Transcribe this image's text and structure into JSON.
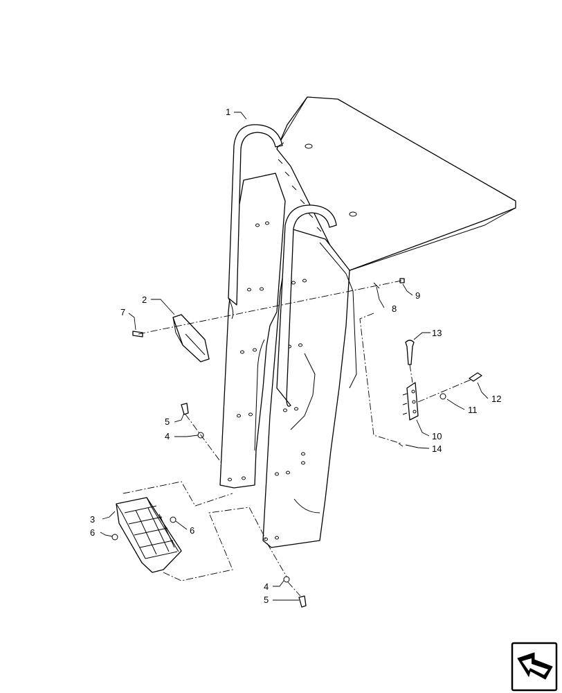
{
  "callouts": [
    {
      "id": "c1",
      "text": "1"
    },
    {
      "id": "c2",
      "text": "2"
    },
    {
      "id": "c3",
      "text": "3"
    },
    {
      "id": "c4a",
      "text": "4"
    },
    {
      "id": "c4b",
      "text": "4"
    },
    {
      "id": "c5a",
      "text": "5"
    },
    {
      "id": "c5b",
      "text": "5"
    },
    {
      "id": "c6a",
      "text": "6"
    },
    {
      "id": "c6b",
      "text": "6"
    },
    {
      "id": "c7",
      "text": "7"
    },
    {
      "id": "c8",
      "text": "8"
    },
    {
      "id": "c9",
      "text": "9"
    },
    {
      "id": "c10",
      "text": "10"
    },
    {
      "id": "c11",
      "text": "11"
    },
    {
      "id": "c12",
      "text": "12"
    },
    {
      "id": "c13",
      "text": "13"
    },
    {
      "id": "c14",
      "text": "14"
    }
  ],
  "nav_icon": "arrow-icon"
}
